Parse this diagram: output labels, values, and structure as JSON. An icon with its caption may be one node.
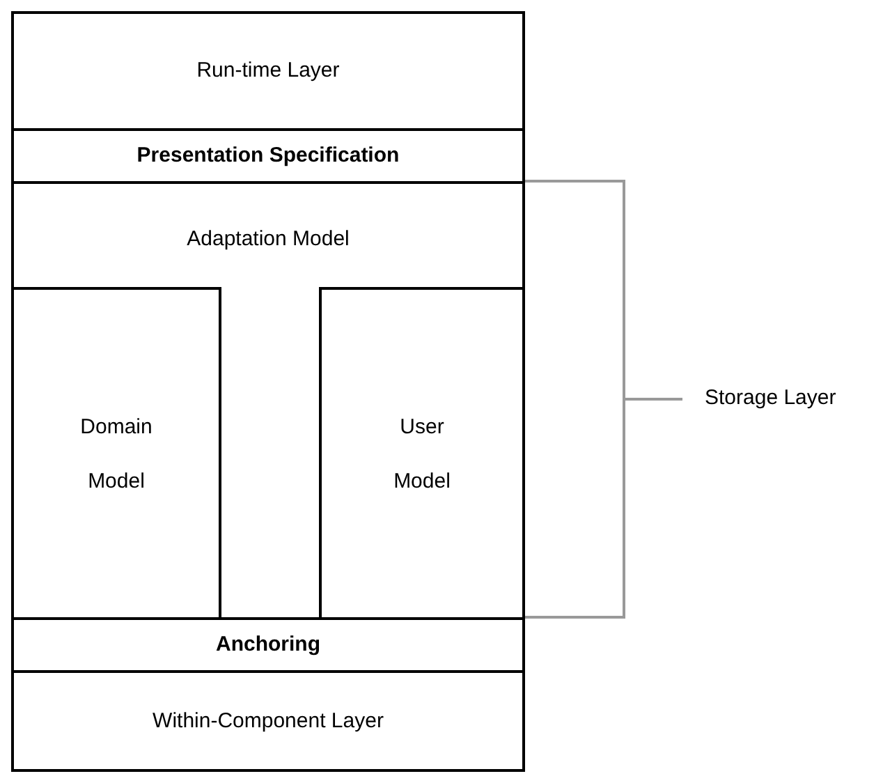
{
  "diagram": {
    "nodes": [
      {
        "text": [
          "Run-time Layer"
        ]
      },
      {
        "text": [
          "Presentation Specification"
        ]
      },
      {
        "text": [
          "Adaptation Model"
        ]
      },
      {
        "text": [
          "Domain Model"
        ]
      },
      {
        "text": [
          "User Model"
        ]
      },
      {
        "text": [
          "Anchoring"
        ]
      },
      {
        "text": [
          "Within-Component Layer"
        ]
      }
    ],
    "labels": [
      "Storage Layer"
    ]
  }
}
